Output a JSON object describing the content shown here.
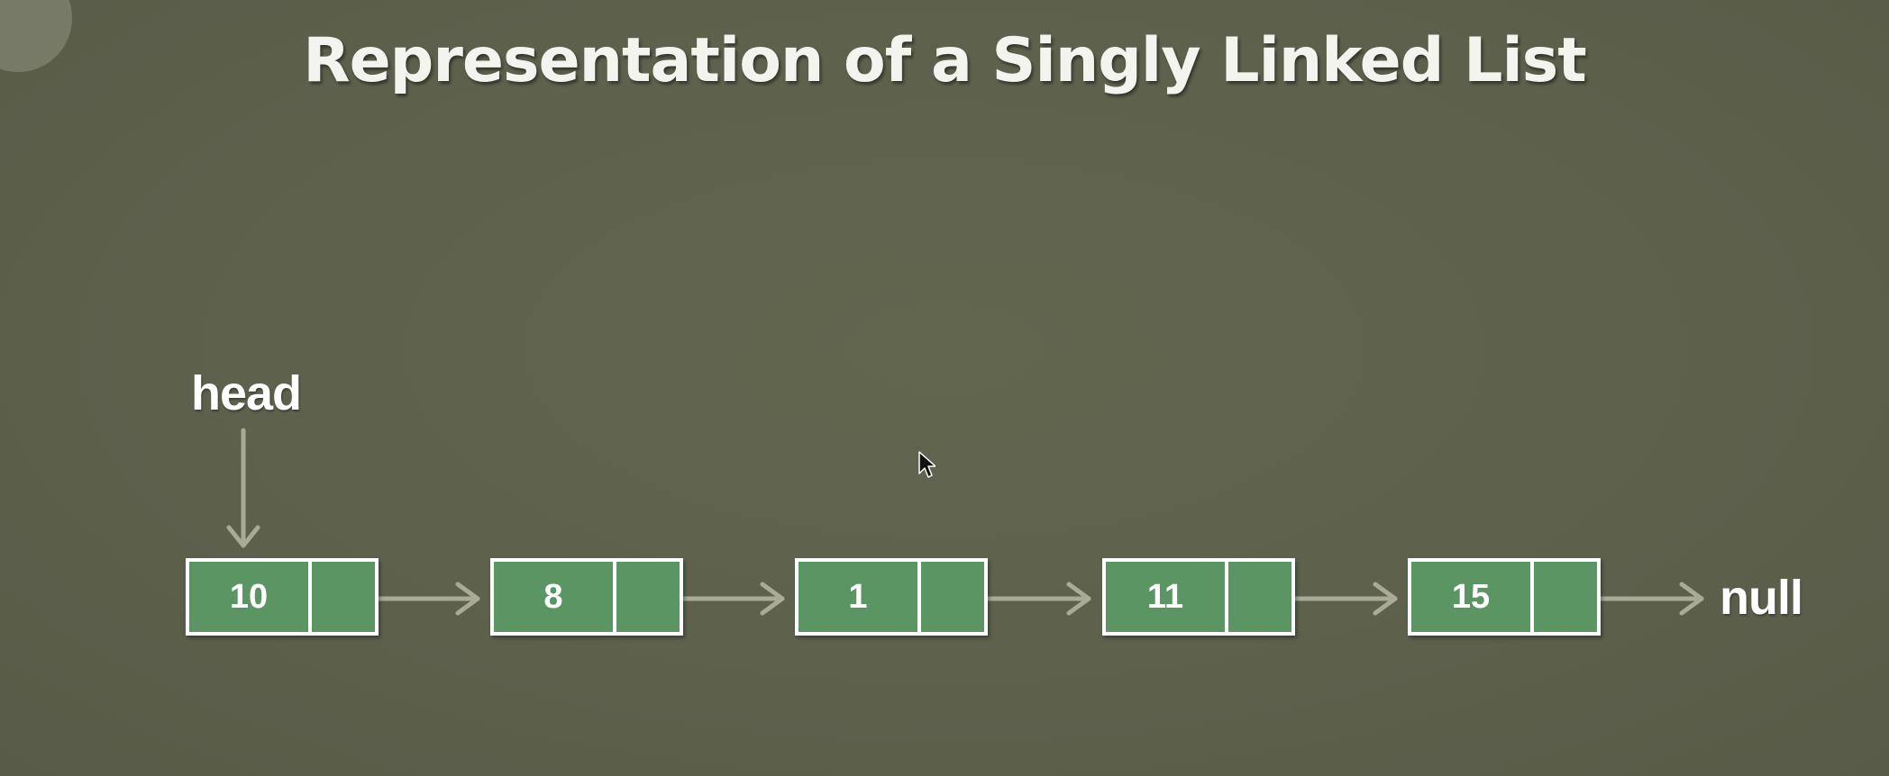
{
  "title": "Representation of a Singly Linked List",
  "head_label": "head",
  "null_label": "null",
  "nodes": [
    {
      "value": "10"
    },
    {
      "value": "8"
    },
    {
      "value": "1"
    },
    {
      "value": "11"
    },
    {
      "value": "15"
    }
  ],
  "colors": {
    "background": "#5e624d",
    "node_fill": "#5c9564",
    "node_border": "#ffffff",
    "arrow": "#a9aa98",
    "text": "#ffffff"
  }
}
